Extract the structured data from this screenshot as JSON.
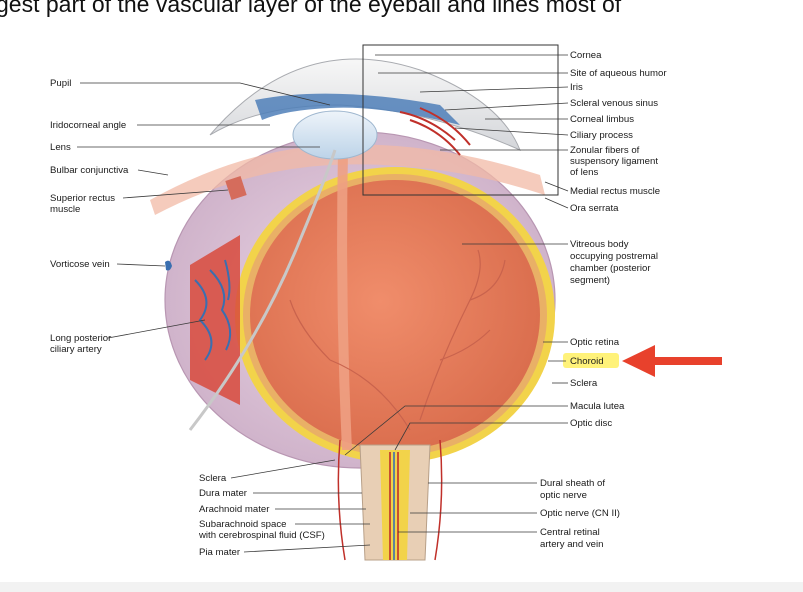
{
  "heading": "gest part of the vascular layer of the eyeball and lines most of",
  "colors": {
    "highlight": "#fff27a",
    "arrow": "#e8412c",
    "vitreous": "#e27a5a",
    "choroid": "#f2d34a",
    "sclera": "#dcc2da",
    "vessel_red": "#c0302a",
    "vessel_blue": "#3a6fb0"
  },
  "labels": {
    "left": {
      "pupil": "Pupil",
      "iridocorneal_angle": "Iridocorneal angle",
      "lens": "Lens",
      "bulbar_conjunctiva": "Bulbar conjunctiva",
      "superior_rectus_1": "Superior rectus",
      "superior_rectus_2": "muscle",
      "vorticose_vein": "Vorticose vein",
      "long_posterior_1": "Long posterior",
      "long_posterior_2": "ciliary artery"
    },
    "right": {
      "cornea": "Cornea",
      "aqueous": "Site of aqueous humor",
      "iris": "Iris",
      "scleral_sinus": "Scleral venous sinus",
      "corneal_limbus": "Corneal limbus",
      "ciliary_process": "Ciliary process",
      "zonular_1": "Zonular fibers of",
      "zonular_2": "suspensory ligament",
      "zonular_3": "of lens",
      "medial_rectus": "Medial rectus muscle",
      "ora_serrata": "Ora serrata",
      "vitreous_1": "Vitreous body",
      "vitreous_2": "occupying postremal",
      "vitreous_3": "chamber (posterior",
      "vitreous_4": "segment)",
      "optic_retina": "Optic retina",
      "choroid": "Choroid",
      "sclera": "Sclera",
      "macula": "Macula lutea",
      "optic_disc": "Optic disc"
    },
    "bottom_left": {
      "sclera": "Sclera",
      "dura": "Dura mater",
      "arachnoid": "Arachnoid mater",
      "subarachnoid_1": "Subarachnoid space",
      "subarachnoid_2": "with cerebrospinal fluid (CSF)",
      "pia": "Pia mater"
    },
    "bottom_right": {
      "dural_sheath_1": "Dural sheath of",
      "dural_sheath_2": "optic nerve",
      "optic_nerve": "Optic nerve (CN II)",
      "central_retinal_1": "Central retinal",
      "central_retinal_2": "artery and vein"
    }
  }
}
